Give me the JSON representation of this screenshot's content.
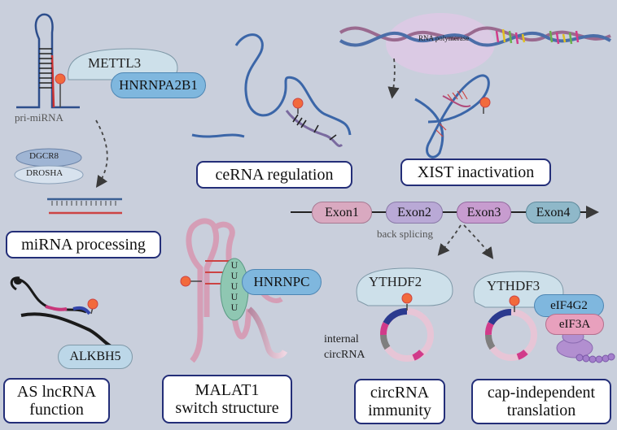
{
  "colors": {
    "background": "#c9cfdc",
    "box_border": "#232e78",
    "box_fill": "#ffffff",
    "m6a_dot": "#f26a3c",
    "rna_blue": "#3b66a8",
    "rna_pink": "#c98aa4",
    "protein_fill": "#bcd7e8",
    "exon_pink": "#d9a9c0",
    "exon_purple": "#b9a9d6",
    "exon_teal": "#8fb8c9"
  },
  "panels": {
    "mirna": {
      "precursor_label": "pri-miRNA",
      "writer": "METTL3",
      "reader": "HNRNPA2B1",
      "microprocessor_1": "DGCR8",
      "microprocessor_2": "DROSHA",
      "title": "miRNA processing"
    },
    "cerna": {
      "title": "ceRNA regulation"
    },
    "xist": {
      "polymerase": "RNA polymerase",
      "title": "XIST inactivation"
    },
    "lncrna": {
      "eraser": "ALKBH5",
      "title_line1": "AS lncRNA",
      "title_line2": "function"
    },
    "malat1": {
      "reader": "HNRNPC",
      "u_tract": [
        "U",
        "U",
        "U",
        "U",
        "U"
      ],
      "title_line1": "MALAT1",
      "title_line2": "switch structure"
    },
    "exons": {
      "items": [
        "Exon1",
        "Exon2",
        "Exon3",
        "Exon4"
      ],
      "splice_label": "back splicing"
    },
    "circ_immunity": {
      "reader": "YTHDF2",
      "circ_label_line1": "internal",
      "circ_label_line2": "circRNA",
      "title_line1": "circRNA",
      "title_line2": "immunity"
    },
    "cap_independent": {
      "reader": "YTHDF3",
      "factor_1": "eIF4G2",
      "factor_2": "eIF3A",
      "title_line1": "cap-independent",
      "title_line2": "translation"
    }
  }
}
